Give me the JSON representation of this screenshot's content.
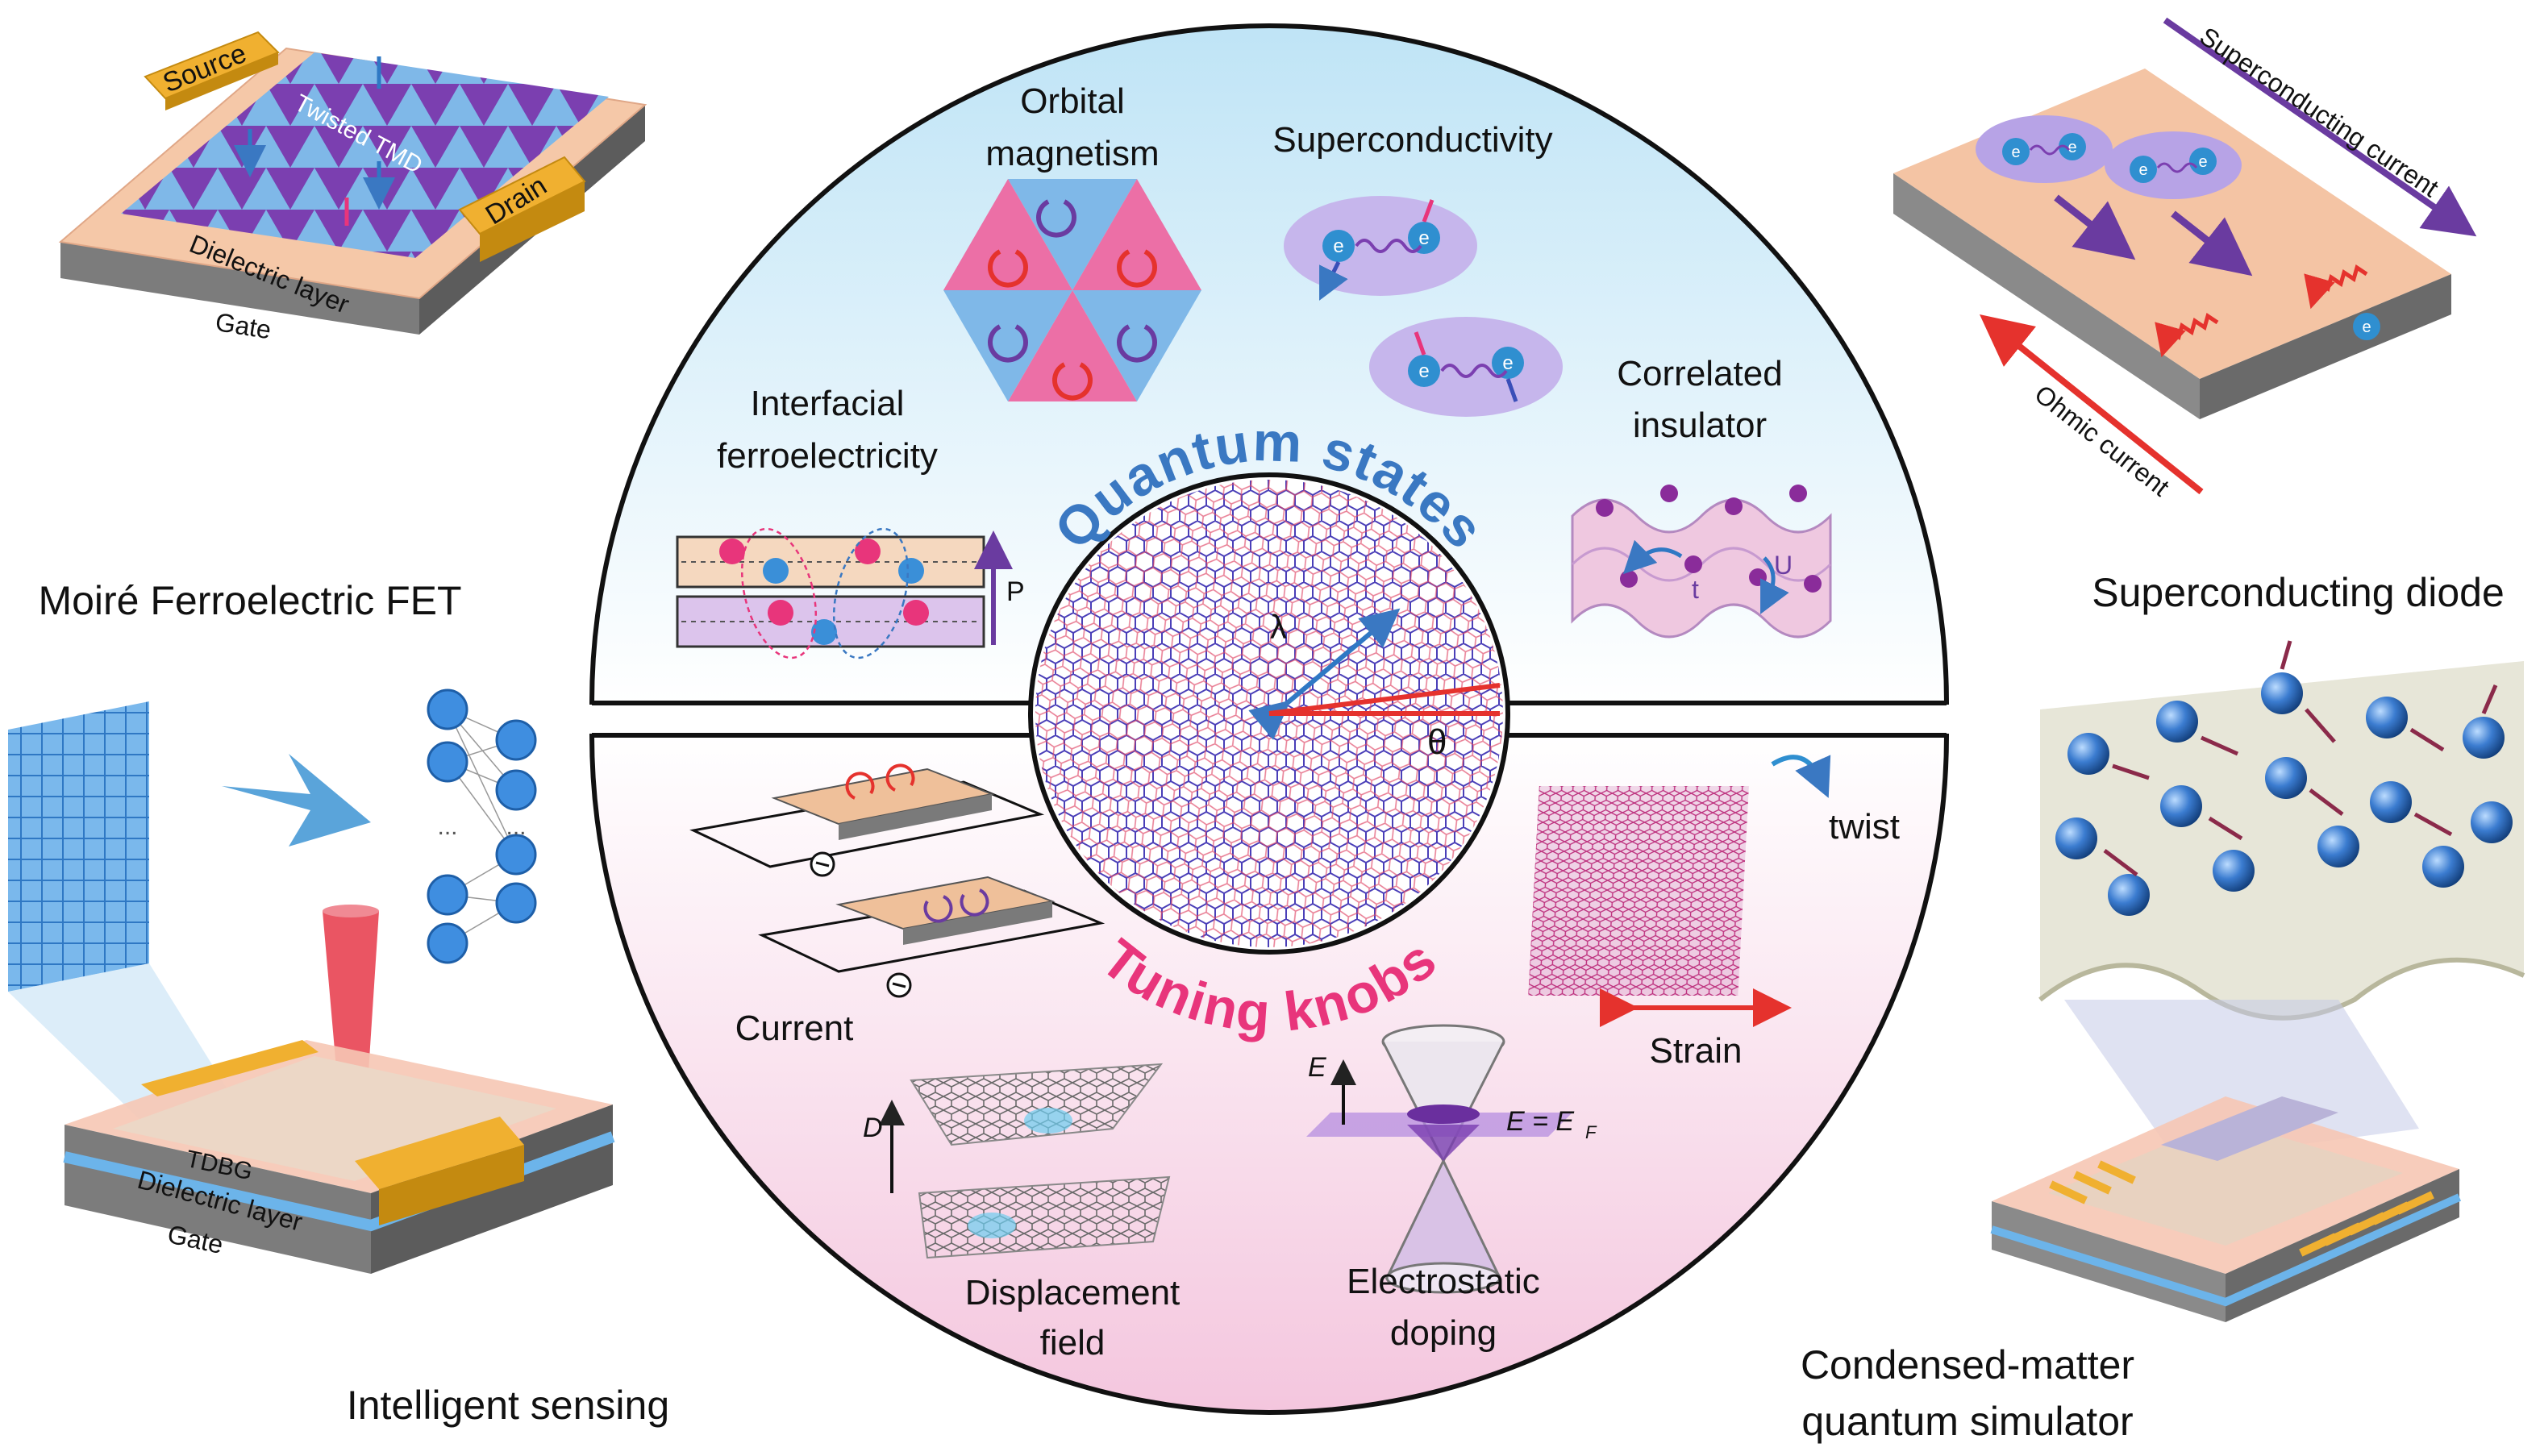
{
  "left": {
    "fet_label": "Moiré Ferroelectric FET",
    "sensing_label": "Intelligent sensing",
    "device1": {
      "source": "Source",
      "drain": "Drain",
      "twisted": "Twisted TMD",
      "dielectric": "Dielectric layer",
      "gate": "Gate"
    },
    "device2": {
      "tdbg": "TDBG",
      "dielectric": "Dielectric layer",
      "gate": "Gate",
      "dots": "..."
    }
  },
  "right": {
    "diode_label": "Superconducting diode",
    "simulator_label_1": "Condensed-matter",
    "simulator_label_2": "quantum simulator",
    "diode": {
      "sc_current": "Superconducting current",
      "ohmic_current": "Ohmic current",
      "electron": "e"
    }
  },
  "center": {
    "quantum_states": "Quantum states",
    "tuning_knobs": "Tuning knobs",
    "lambda": "λ",
    "theta": "θ",
    "orbital_1": "Orbital",
    "orbital_2": "magnetism",
    "superconductivity": "Superconductivity",
    "ferro_1": "Interfacial",
    "ferro_2": "ferroelectricity",
    "p_label": "P",
    "correlated_1": "Correlated",
    "correlated_2": "insulator",
    "t_label": "t",
    "u_label": "U",
    "electron": "e",
    "current": "Current",
    "twist": "twist",
    "strain": "Strain",
    "d_label": "D",
    "displacement_1": "Displacement",
    "displacement_2": "field",
    "e_label": "E",
    "ef_label": "E = E",
    "ef_sub": "F",
    "electrostatic_1": "Electrostatic",
    "electrostatic_2": "doping"
  },
  "colors": {
    "blue": "#3a78c2",
    "pink": "#e8357b",
    "purple": "#6a3ba0",
    "red": "#e5322d",
    "gold": "#e8a825",
    "peach": "#f2c4a6"
  }
}
